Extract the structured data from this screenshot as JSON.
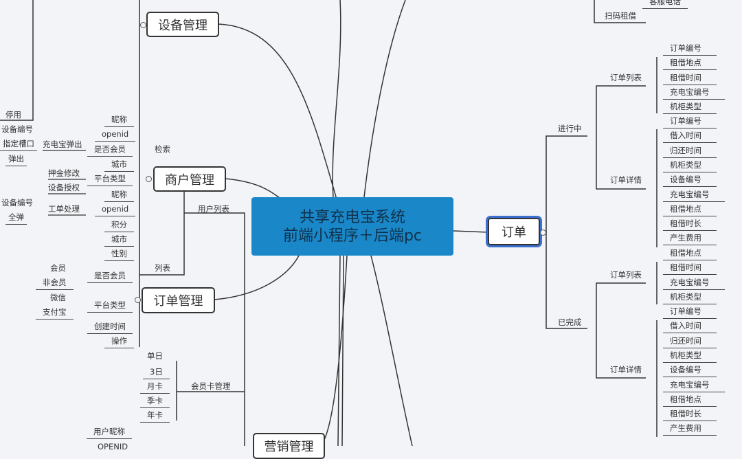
{
  "center": {
    "line1": "共享充电宝系统",
    "line2": "前端小程序＋后端pc"
  },
  "branches": {
    "device": "设备管理",
    "merchant": "商户管理",
    "orders_mgmt": "订单管理",
    "marketing": "营销管理",
    "order": "订单"
  },
  "left": [
    "停用",
    "昵称",
    "openid",
    "充电宝弹出",
    "是否会员",
    "设备编号",
    "指定槽口",
    "弹出",
    "检索",
    "城市",
    "押金修改",
    "平台类型",
    "设备授权",
    "昵称",
    "设备编号",
    "全弹",
    "工单处理",
    "openid",
    "用户列表",
    "积分",
    "城市",
    "性别",
    "列表",
    "会员",
    "是否会员",
    "非会员",
    "微信",
    "平台类型",
    "支付宝",
    "创建时间",
    "操作",
    "单日",
    "3日",
    "月卡",
    "季卡",
    "年卡",
    "会员卡管理",
    "用户昵称",
    "OPENID"
  ],
  "top_right": [
    "客服电话",
    "扫码租借"
  ],
  "order": {
    "in_progress": "进行中",
    "completed": "已完成",
    "list_label": "订单列表",
    "detail_label": "订单详情",
    "ip_list": [
      "订单编号",
      "租借地点",
      "租借时间",
      "充电宝编号",
      "机柜类型"
    ],
    "ip_detail": [
      "订单编号",
      "借入时间",
      "归还时间",
      "机柜类型",
      "设备编号",
      "充电宝编号",
      "租借地点",
      "租借时长",
      "产生费用"
    ],
    "done_list": [
      "租借地点",
      "租借时间",
      "充电宝编号",
      "机柜类型"
    ],
    "done_detail": [
      "订单编号",
      "借入时间",
      "归还时间",
      "机柜类型",
      "设备编号",
      "充电宝编号",
      "租借地点",
      "租借时长",
      "产生费用"
    ]
  }
}
